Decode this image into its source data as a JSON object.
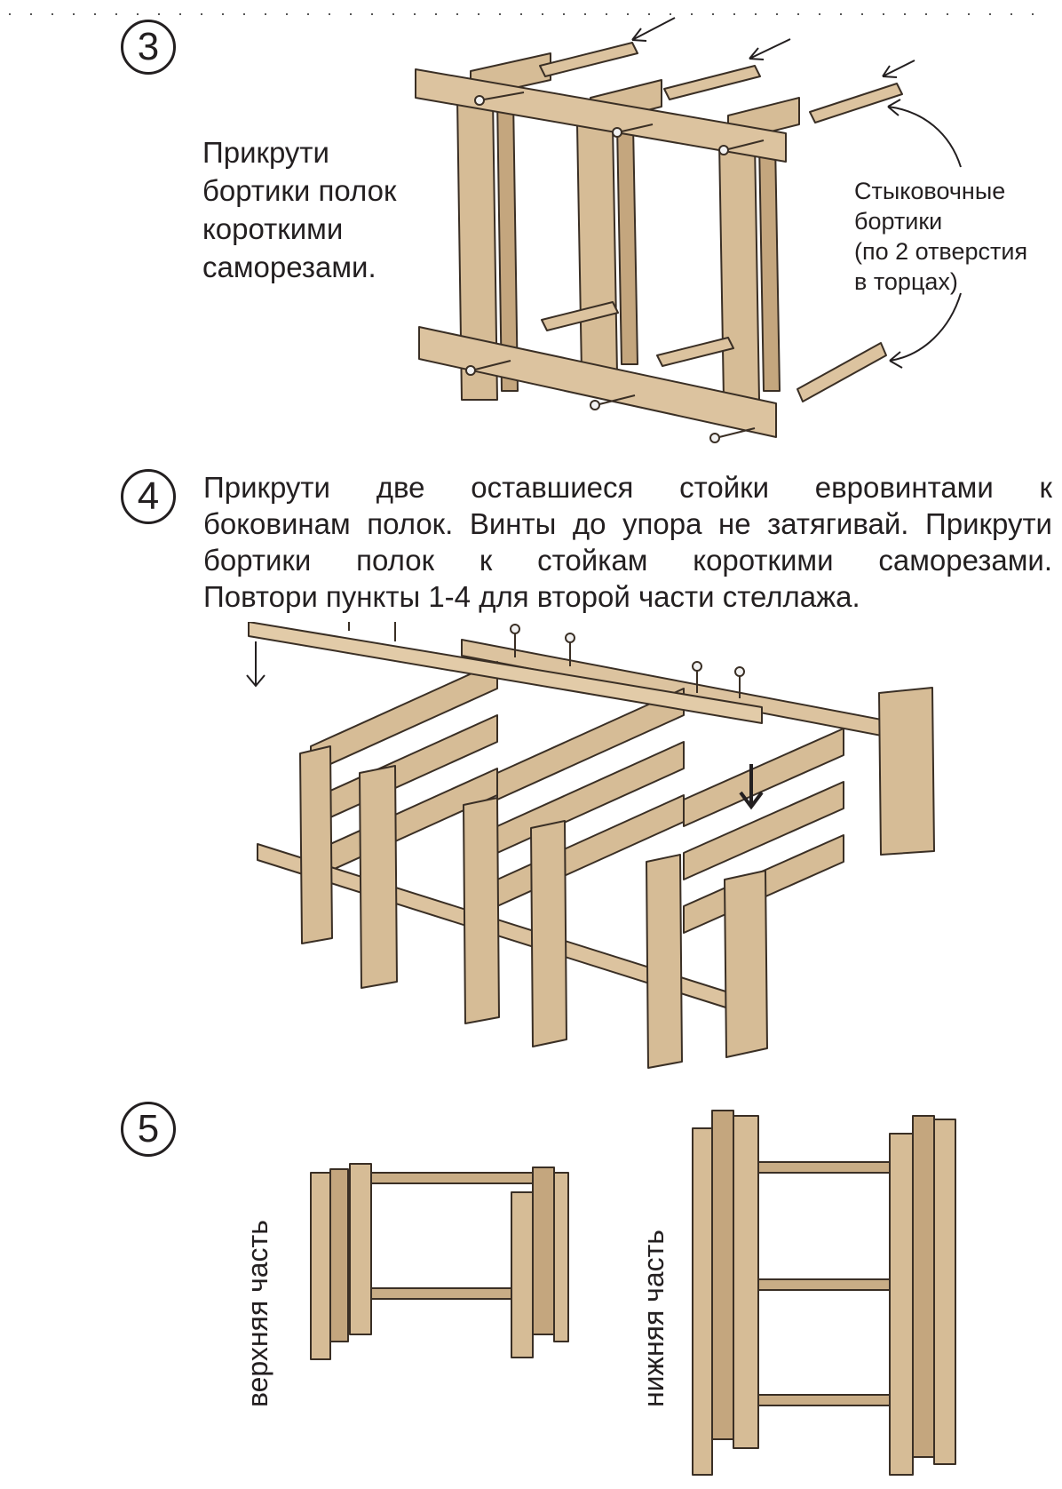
{
  "steps": [
    {
      "number": "3",
      "lines": [
        "Прикрути",
        "бортики полок",
        "короткими",
        "саморезами."
      ]
    },
    {
      "number": "4",
      "lines": [
        "Прикрути две оставшиеся стойки евровинтами к",
        "боковинам полок. Винты до упора не затягивай. Прикрути",
        "бортики полок к стойкам короткими саморезами.",
        "Повтори пункты 1-4 для второй части стеллажа."
      ]
    },
    {
      "number": "5"
    }
  ],
  "callout": {
    "lines": [
      "Стыковочные",
      "бортики",
      "(по 2 отверстия",
      "в торцах)"
    ]
  },
  "labels": {
    "upper": "верхняя часть",
    "lower": "нижняя часть"
  },
  "colors": {
    "wood": "#d6bc96",
    "wood_dark": "#b89a72",
    "outline": "#3a2f25",
    "text": "#231f20"
  }
}
